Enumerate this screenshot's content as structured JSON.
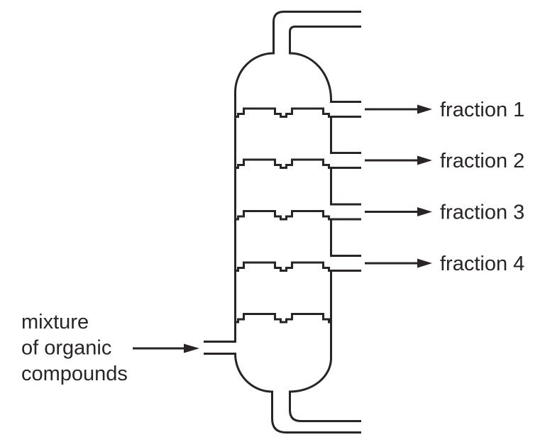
{
  "diagram_type": "fractionating-column",
  "colors": {
    "line": "#282428",
    "background": "#ffffff"
  },
  "fractions": [
    {
      "label": "fraction 1"
    },
    {
      "label": "fraction 2"
    },
    {
      "label": "fraction 3"
    },
    {
      "label": "fraction 4"
    }
  ],
  "feed": {
    "line1": "mixture",
    "line2": "of organic",
    "line3": "compounds"
  }
}
